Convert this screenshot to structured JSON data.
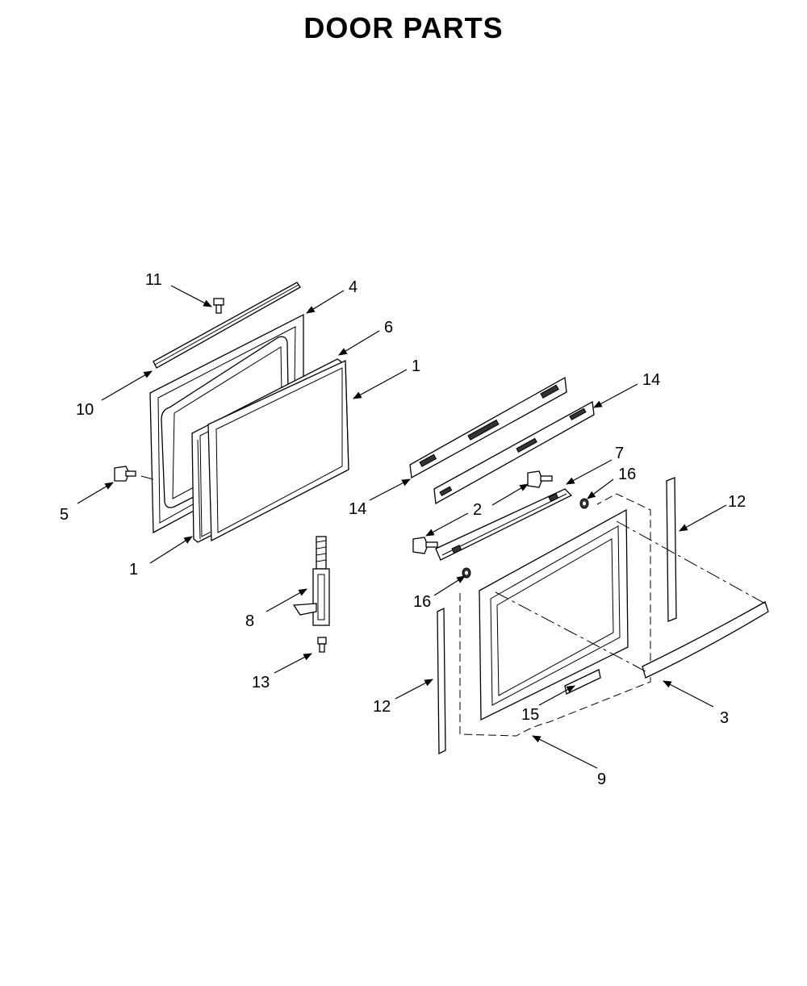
{
  "title": "DOOR PARTS",
  "callouts": [
    {
      "id": "c11",
      "label": "11"
    },
    {
      "id": "c4",
      "label": "4"
    },
    {
      "id": "c6",
      "label": "6"
    },
    {
      "id": "c1a",
      "label": "1"
    },
    {
      "id": "c14a",
      "label": "14"
    },
    {
      "id": "c10",
      "label": "10"
    },
    {
      "id": "c7",
      "label": "7"
    },
    {
      "id": "c16a",
      "label": "16"
    },
    {
      "id": "c12a",
      "label": "12"
    },
    {
      "id": "c5",
      "label": "5"
    },
    {
      "id": "c14b",
      "label": "14"
    },
    {
      "id": "c2",
      "label": "2"
    },
    {
      "id": "c1b",
      "label": "1"
    },
    {
      "id": "c16b",
      "label": "16"
    },
    {
      "id": "c8",
      "label": "8"
    },
    {
      "id": "c13",
      "label": "13"
    },
    {
      "id": "c12b",
      "label": "12"
    },
    {
      "id": "c15",
      "label": "15"
    },
    {
      "id": "c3",
      "label": "3"
    },
    {
      "id": "c9",
      "label": "9"
    }
  ]
}
